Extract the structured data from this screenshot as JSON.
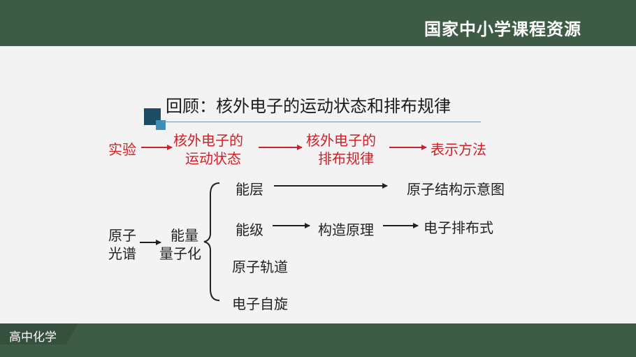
{
  "header": {
    "brand": "国家中小学课程资源"
  },
  "footer": {
    "subject": "高中化学"
  },
  "slide": {
    "title": "回顾：核外电子的运动状态和排布规律",
    "flow": {
      "step1": "实验",
      "step2_line1": "核外电子的",
      "step2_line2": "运动状态",
      "step3_line1": "核外电子的",
      "step3_line2": "排布规律",
      "step4": "表示方法"
    },
    "tree": {
      "root_line1": "原子",
      "root_line2": "光谱",
      "mid_line1": "能量",
      "mid_line2": "量子化",
      "branch1": "能层",
      "branch1_target": "原子结构示意图",
      "branch2": "能级",
      "branch2_mid": "构造原理",
      "branch2_target": "电子排布式",
      "branch3": "原子轨道",
      "branch4": "电子自旋"
    }
  },
  "colors": {
    "bar": "#3e5b46",
    "background": "#f3f3f3",
    "accent_red": "#d01f26",
    "square_dark": "#1d4c64",
    "square_light": "#3b8fb9"
  }
}
